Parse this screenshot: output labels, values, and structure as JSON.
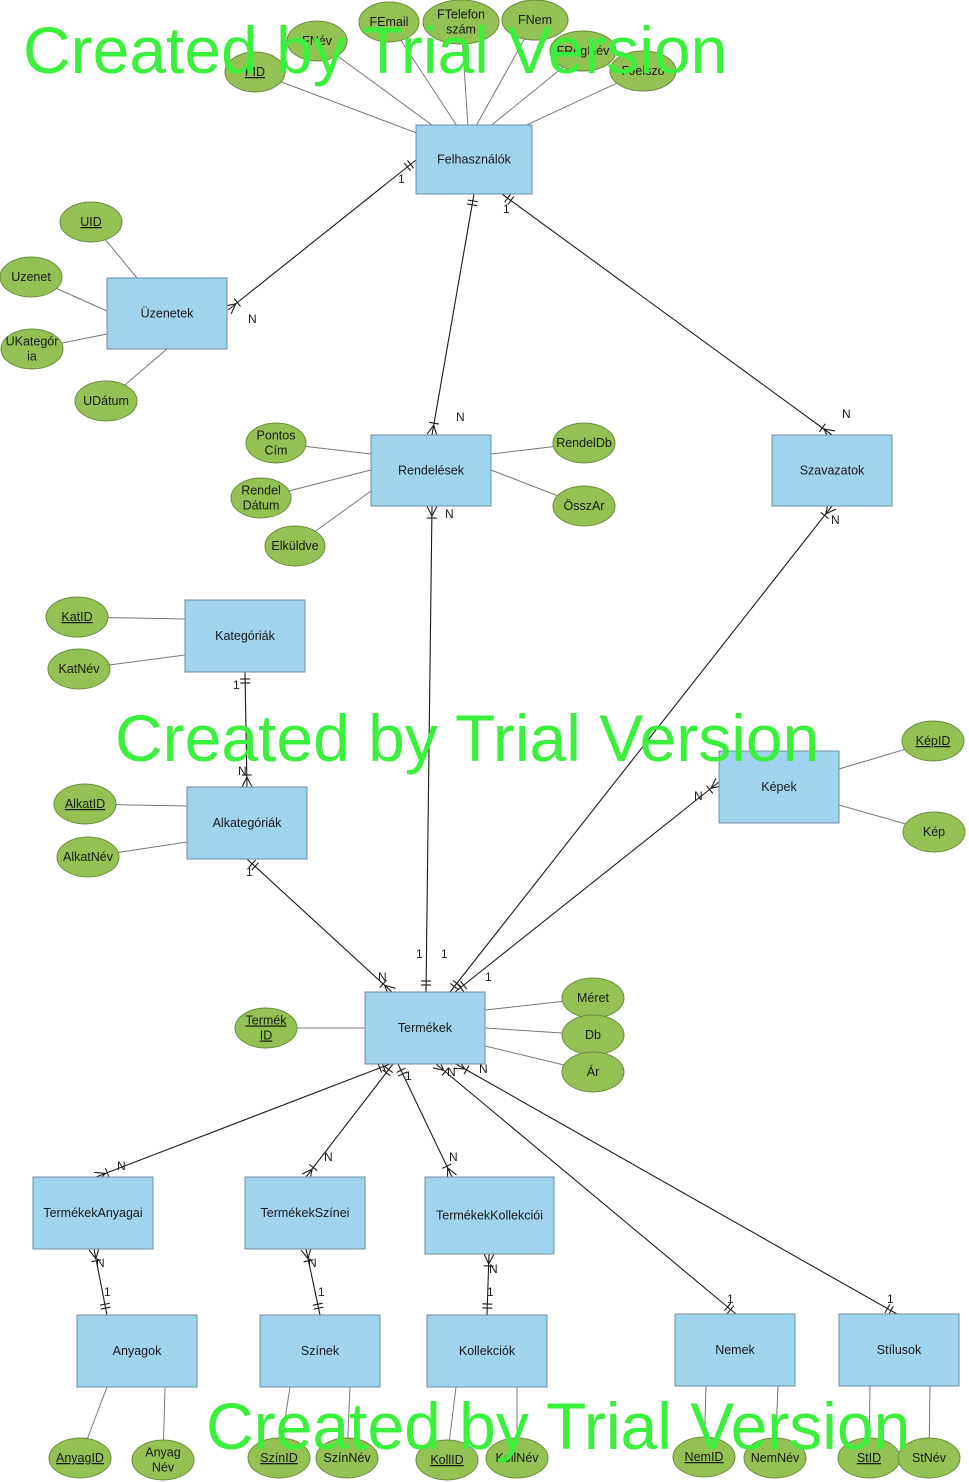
{
  "entities": [
    {
      "id": "felhasznalok",
      "label": "Felhasználók"
    },
    {
      "id": "uzenetek",
      "label": "Üzenetek"
    },
    {
      "id": "rendelesek",
      "label": "Rendelések"
    },
    {
      "id": "szavazatok",
      "label": "Szavazatok"
    },
    {
      "id": "kategoriak",
      "label": "Kategóriák"
    },
    {
      "id": "alkategoriak",
      "label": "Alkategóriák"
    },
    {
      "id": "kepek",
      "label": "Képek"
    },
    {
      "id": "termekek",
      "label": "Termékek"
    },
    {
      "id": "termekekanyagai",
      "label": "TermékekAnyagai"
    },
    {
      "id": "termekekszinei",
      "label": "TermékekSzínei"
    },
    {
      "id": "termekekkollekcioi",
      "label": "TermékekKollekciói"
    },
    {
      "id": "anyagok",
      "label": "Anyagok"
    },
    {
      "id": "szinek",
      "label": "Színek"
    },
    {
      "id": "kollekciok",
      "label": "Kollekciók"
    },
    {
      "id": "nemek",
      "label": "Nemek"
    },
    {
      "id": "stilusok",
      "label": "Stílusok"
    }
  ],
  "attributes": [
    {
      "entity": "felhasznalok",
      "lines": [
        "FID"
      ],
      "key": true
    },
    {
      "entity": "felhasznalok",
      "lines": [
        "FNév"
      ],
      "key": false
    },
    {
      "entity": "felhasznalok",
      "lines": [
        "FEmail"
      ],
      "key": false
    },
    {
      "entity": "felhasznalok",
      "lines": [
        "FTelefon",
        "szám"
      ],
      "key": false
    },
    {
      "entity": "felhasznalok",
      "lines": [
        "FNem"
      ],
      "key": false
    },
    {
      "entity": "felhasznalok",
      "lines": [
        "FRegNév"
      ],
      "key": false
    },
    {
      "entity": "felhasznalok",
      "lines": [
        "FJelszó"
      ],
      "key": false
    },
    {
      "entity": "uzenetek",
      "lines": [
        "UID"
      ],
      "key": true
    },
    {
      "entity": "uzenetek",
      "lines": [
        "Uzenet"
      ],
      "key": false
    },
    {
      "entity": "uzenetek",
      "lines": [
        "UKategór",
        "ia"
      ],
      "key": false
    },
    {
      "entity": "uzenetek",
      "lines": [
        "UDátum"
      ],
      "key": false
    },
    {
      "entity": "rendelesek",
      "lines": [
        "Pontos",
        "Cím"
      ],
      "key": false
    },
    {
      "entity": "rendelesek",
      "lines": [
        "Rendel",
        "Dátum"
      ],
      "key": false
    },
    {
      "entity": "rendelesek",
      "lines": [
        "Elküldve"
      ],
      "key": false
    },
    {
      "entity": "rendelesek",
      "lines": [
        "RendelDb"
      ],
      "key": false
    },
    {
      "entity": "rendelesek",
      "lines": [
        "ÖsszAr"
      ],
      "key": false
    },
    {
      "entity": "kategoriak",
      "lines": [
        "KatID"
      ],
      "key": true
    },
    {
      "entity": "kategoriak",
      "lines": [
        "KatNév"
      ],
      "key": false
    },
    {
      "entity": "alkategoriak",
      "lines": [
        "AlkatID"
      ],
      "key": true
    },
    {
      "entity": "alkategoriak",
      "lines": [
        "AlkatNév"
      ],
      "key": false
    },
    {
      "entity": "kepek",
      "lines": [
        "KépID"
      ],
      "key": true
    },
    {
      "entity": "kepek",
      "lines": [
        "Kép"
      ],
      "key": false
    },
    {
      "entity": "termekek",
      "lines": [
        "Termék",
        "ID"
      ],
      "key": true
    },
    {
      "entity": "termekek",
      "lines": [
        "Méret"
      ],
      "key": false
    },
    {
      "entity": "termekek",
      "lines": [
        "Db"
      ],
      "key": false
    },
    {
      "entity": "termekek",
      "lines": [
        "Ár"
      ],
      "key": false
    },
    {
      "entity": "anyagok",
      "lines": [
        "AnyagID"
      ],
      "key": true
    },
    {
      "entity": "anyagok",
      "lines": [
        "Anyag",
        "Név"
      ],
      "key": false
    },
    {
      "entity": "szinek",
      "lines": [
        "SzínID"
      ],
      "key": true
    },
    {
      "entity": "szinek",
      "lines": [
        "SzínNév"
      ],
      "key": false
    },
    {
      "entity": "kollekciok",
      "lines": [
        "KollID"
      ],
      "key": true
    },
    {
      "entity": "kollekciok",
      "lines": [
        "KollNév"
      ],
      "key": false
    },
    {
      "entity": "nemek",
      "lines": [
        "NemID"
      ],
      "key": true
    },
    {
      "entity": "nemek",
      "lines": [
        "NemNév"
      ],
      "key": false
    },
    {
      "entity": "stilusok",
      "lines": [
        "StID"
      ],
      "key": true
    },
    {
      "entity": "stilusok",
      "lines": [
        "StNév"
      ],
      "key": false
    }
  ],
  "relationships": [
    {
      "from": "felhasznalok",
      "to": "uzenetek",
      "from_card": "1",
      "to_card": "N"
    },
    {
      "from": "felhasznalok",
      "to": "rendelesek",
      "from_card": "",
      "to_card": "N"
    },
    {
      "from": "felhasznalok",
      "to": "szavazatok",
      "from_card": "1",
      "to_card": "N"
    },
    {
      "from": "rendelesek",
      "to": "termekek",
      "from_card": "N",
      "to_card": "1"
    },
    {
      "from": "szavazatok",
      "to": "termekek",
      "from_card": "N",
      "to_card": "1"
    },
    {
      "from": "kategoriak",
      "to": "alkategoriak",
      "from_card": "1",
      "to_card": "N"
    },
    {
      "from": "alkategoriak",
      "to": "termekek",
      "from_card": "1",
      "to_card": "N"
    },
    {
      "from": "kepek",
      "to": "termekek",
      "from_card": "N",
      "to_card": "1"
    },
    {
      "from": "termekek",
      "to": "termekekanyagai",
      "from_card": "",
      "to_card": "N"
    },
    {
      "from": "termekek",
      "to": "termekekszinei",
      "from_card": "",
      "to_card": "N"
    },
    {
      "from": "termekek",
      "to": "termekekkollekcioi",
      "from_card": "1",
      "to_card": "N"
    },
    {
      "from": "termekek",
      "to": "nemek",
      "from_card": "N",
      "to_card": "1"
    },
    {
      "from": "termekek",
      "to": "stilusok",
      "from_card": "N",
      "to_card": "1"
    },
    {
      "from": "termekekanyagai",
      "to": "anyagok",
      "from_card": "N",
      "to_card": "1"
    },
    {
      "from": "termekekszinei",
      "to": "szinek",
      "from_card": "N",
      "to_card": "1"
    },
    {
      "from": "termekekkollekcioi",
      "to": "kollekciok",
      "from_card": "N",
      "to_card": "1"
    }
  ],
  "watermarks": [
    "Created by Trial Version",
    "Created by Trial Version",
    "Created by Trial Version"
  ]
}
